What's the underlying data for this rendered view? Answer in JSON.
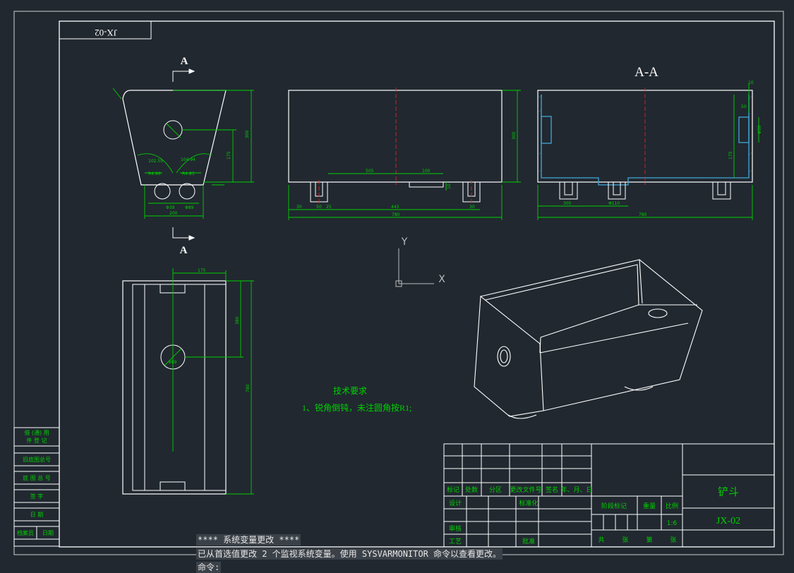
{
  "drawing": {
    "code_mirrored": "JX-02",
    "section_marker": "A",
    "section_title": "A-A",
    "tech_req_title": "技术要求",
    "tech_req_item": "1、锐角倒钝，未注圆角按R1;",
    "ucs_x": "X",
    "ucs_y": "Y"
  },
  "side_block": {
    "rows": [
      "借 (通) 用\n件   登   记",
      "旧底图总号",
      "底 图 总 号",
      "签    字",
      "日    期"
    ],
    "bottom_left": "档案员",
    "bottom_right": "日期"
  },
  "title_block": {
    "col_labels": [
      "标记",
      "处数",
      "分区",
      "更改文件号",
      "签名",
      "年、月、日"
    ],
    "design": "设计",
    "standardization": "标准化",
    "review": "审核",
    "process": "工艺",
    "approve": "批准",
    "stage_mark": "阶段标记",
    "weight": "重量",
    "scale_label": "比例",
    "scale_value": "1:6",
    "sheets": [
      "共",
      "张",
      "第",
      "张"
    ],
    "part_name": "铲斗",
    "drawing_number": "JX-02"
  },
  "command_line": {
    "line1": "**** 系统变量更改 ****",
    "line2": "已从首选值更改 2 个监视系统变量。使用 SYSVARMONITOR 命令以查看更改。",
    "prompt": "命令:"
  },
  "colors": {
    "background": "#212830",
    "outline": "#ffffff",
    "dimension": "#00d000",
    "centerline": "#e02020",
    "section_hatch": "#40a8d8",
    "ucs_icon": "#bcbcbc"
  }
}
